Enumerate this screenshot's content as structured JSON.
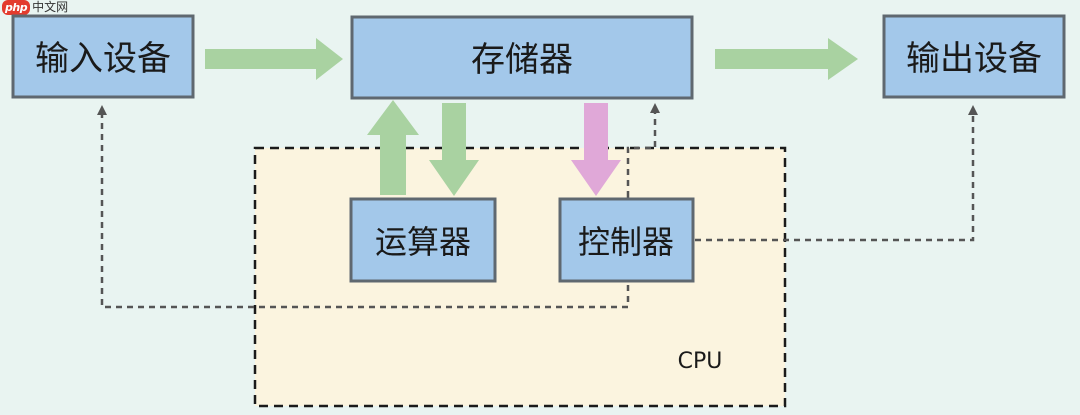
{
  "watermark": {
    "logo": "php",
    "site": "中文网"
  },
  "boxes": {
    "input": "输入设备",
    "storage": "存储器",
    "output": "输出设备",
    "alu": "运算器",
    "control": "控制器"
  },
  "cpu_label": "CPU",
  "colors": {
    "background": "#e9f4f1",
    "box_fill": "#a3c8ea",
    "box_border": "#5f6870",
    "cpu_fill": "#fbf4df",
    "data_arrow": "#a9d2a1",
    "control_arrow": "#e0a8d8",
    "dashed_line": "#555555"
  }
}
